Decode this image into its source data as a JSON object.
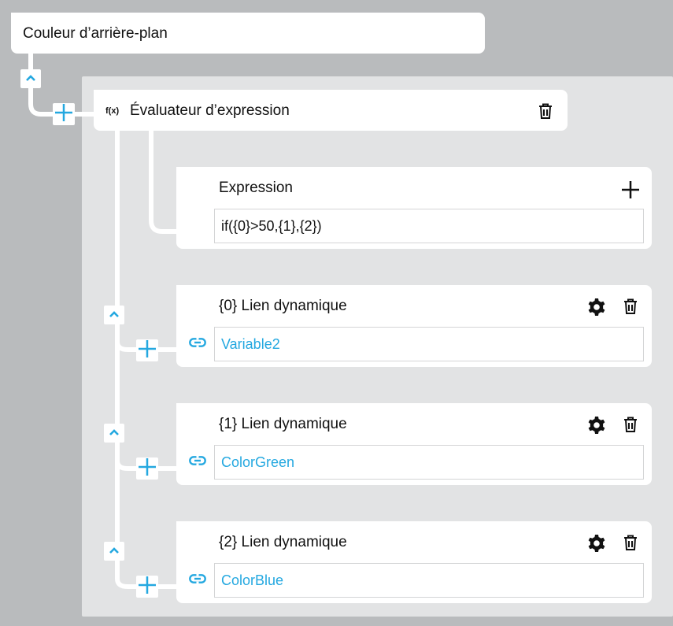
{
  "root": {
    "title": "Couleur d’arrière-plan"
  },
  "evaluator": {
    "fx_label": "f(x)",
    "title": "Évaluateur d’expression"
  },
  "expression": {
    "title": "Expression",
    "value": "if({0}>50,{1},{2})"
  },
  "links": [
    {
      "title": "{0} Lien dynamique",
      "value": "Variable2"
    },
    {
      "title": "{1} Lien dynamique",
      "value": "ColorGreen"
    },
    {
      "title": "{2} Lien dynamique",
      "value": "ColorBlue"
    }
  ],
  "colors": {
    "accent": "#24a8e0",
    "background": "#b9bbbd",
    "panel": "#e2e3e4"
  },
  "icons": {
    "collapse": "chevron-up-icon",
    "add": "plus-icon",
    "delete": "trash-icon",
    "settings": "gear-icon",
    "link": "link-icon"
  }
}
